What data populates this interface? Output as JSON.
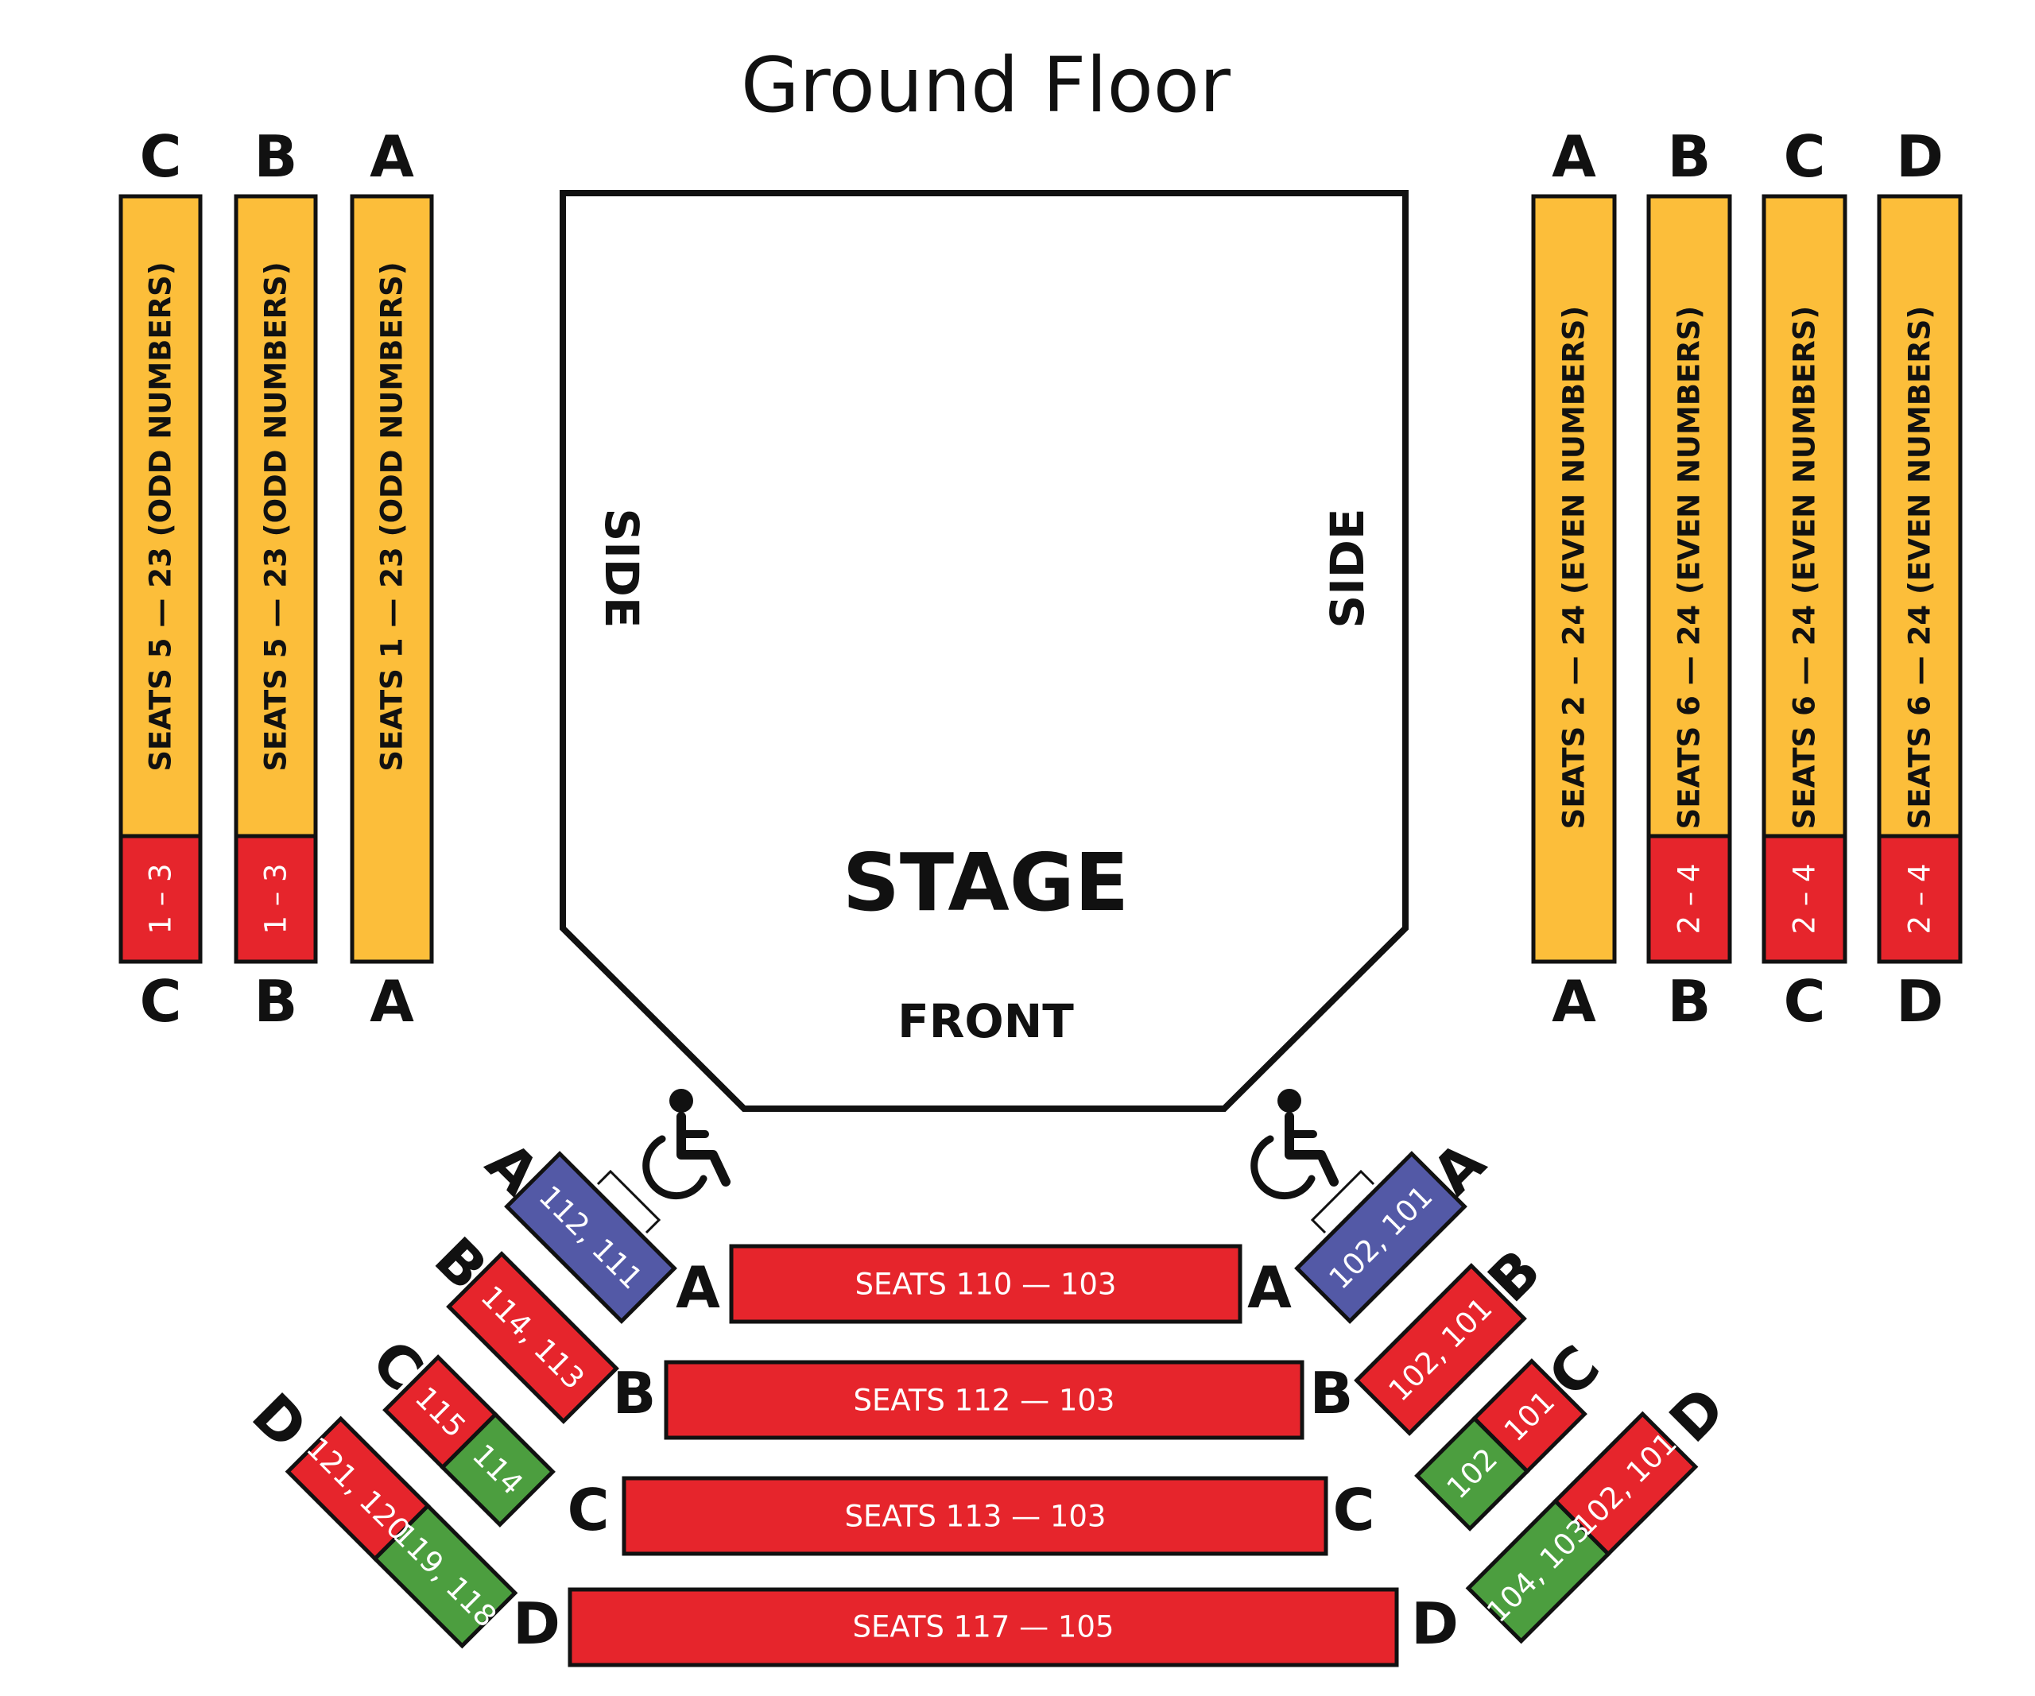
{
  "title": "Ground Floor",
  "colors": {
    "yellow": "#fcbe3a",
    "red": "#e6252c",
    "green": "#4c9e3f",
    "blue": "#5359a6",
    "stroke": "#111111"
  },
  "stage": {
    "label": "STAGE",
    "front_label": "FRONT",
    "side_left": "SIDE",
    "side_right": "SIDE"
  },
  "left_columns": [
    {
      "row": "C",
      "main_label": "SEATS 5 — 23 (ODD NUMBERS)",
      "end_label": "1 – 3"
    },
    {
      "row": "B",
      "main_label": "SEATS 5 — 23 (ODD NUMBERS)",
      "end_label": "1 – 3"
    },
    {
      "row": "A",
      "main_label": "SEATS 1 — 23 (ODD NUMBERS)",
      "end_label": ""
    }
  ],
  "right_columns": [
    {
      "row": "A",
      "main_label": "SEATS 2 — 24 (EVEN NUMBERS)",
      "end_label": ""
    },
    {
      "row": "B",
      "main_label": "SEATS 6 — 24 (EVEN NUMBERS)",
      "end_label": "2 – 4"
    },
    {
      "row": "C",
      "main_label": "SEATS 6 — 24 (EVEN NUMBERS)",
      "end_label": "2 – 4"
    },
    {
      "row": "D",
      "main_label": "SEATS 6 — 24 (EVEN NUMBERS)",
      "end_label": "2 – 4"
    }
  ],
  "front_rows": [
    {
      "row": "A",
      "label": "SEATS 110 — 103"
    },
    {
      "row": "B",
      "label": "SEATS 112 — 103"
    },
    {
      "row": "C",
      "label": "SEATS 113 — 103"
    },
    {
      "row": "D",
      "label": "SEATS 117 — 105"
    }
  ],
  "left_wing": [
    {
      "row": "A",
      "segments": [
        {
          "label": "112, 111",
          "color": "blue"
        }
      ]
    },
    {
      "row": "B",
      "segments": [
        {
          "label": "114, 113",
          "color": "red"
        }
      ]
    },
    {
      "row": "C",
      "segments": [
        {
          "label": "115",
          "color": "red"
        },
        {
          "label": "114",
          "color": "green"
        }
      ]
    },
    {
      "row": "D",
      "segments": [
        {
          "label": "121, 120",
          "color": "red"
        },
        {
          "label": "119, 118",
          "color": "green"
        }
      ]
    }
  ],
  "right_wing": [
    {
      "row": "A",
      "segments": [
        {
          "label": "102, 101",
          "color": "blue"
        }
      ]
    },
    {
      "row": "B",
      "segments": [
        {
          "label": "102, 101",
          "color": "red"
        }
      ]
    },
    {
      "row": "C",
      "segments": [
        {
          "label": "101",
          "color": "red"
        },
        {
          "label": "102",
          "color": "green"
        }
      ]
    },
    {
      "row": "D",
      "segments": [
        {
          "label": "102, 101",
          "color": "red"
        },
        {
          "label": "104, 103",
          "color": "green"
        }
      ]
    }
  ],
  "icons": [
    "wheelchair-icon",
    "wheelchair-icon"
  ]
}
